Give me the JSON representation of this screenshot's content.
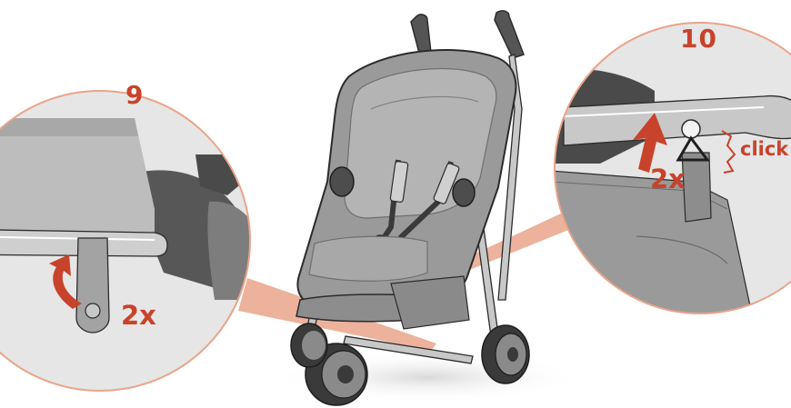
{
  "step9": {
    "number": "9",
    "count": "2x"
  },
  "step10": {
    "number": "10",
    "count": "2x",
    "sound": "click"
  },
  "icons": {
    "stroller": "stroller-illustration",
    "detail9": "strap-fold-detail",
    "detail10": "strap-clip-detail",
    "arrow9": "curved-arrow-icon",
    "arrow10": "up-arrow-icon"
  },
  "colors": {
    "accent": "#c8432b",
    "fabric": "#9a9a9a",
    "frame": "#c8c8c8",
    "outline": "#2b2b2b",
    "callout": "#e9a48a"
  }
}
